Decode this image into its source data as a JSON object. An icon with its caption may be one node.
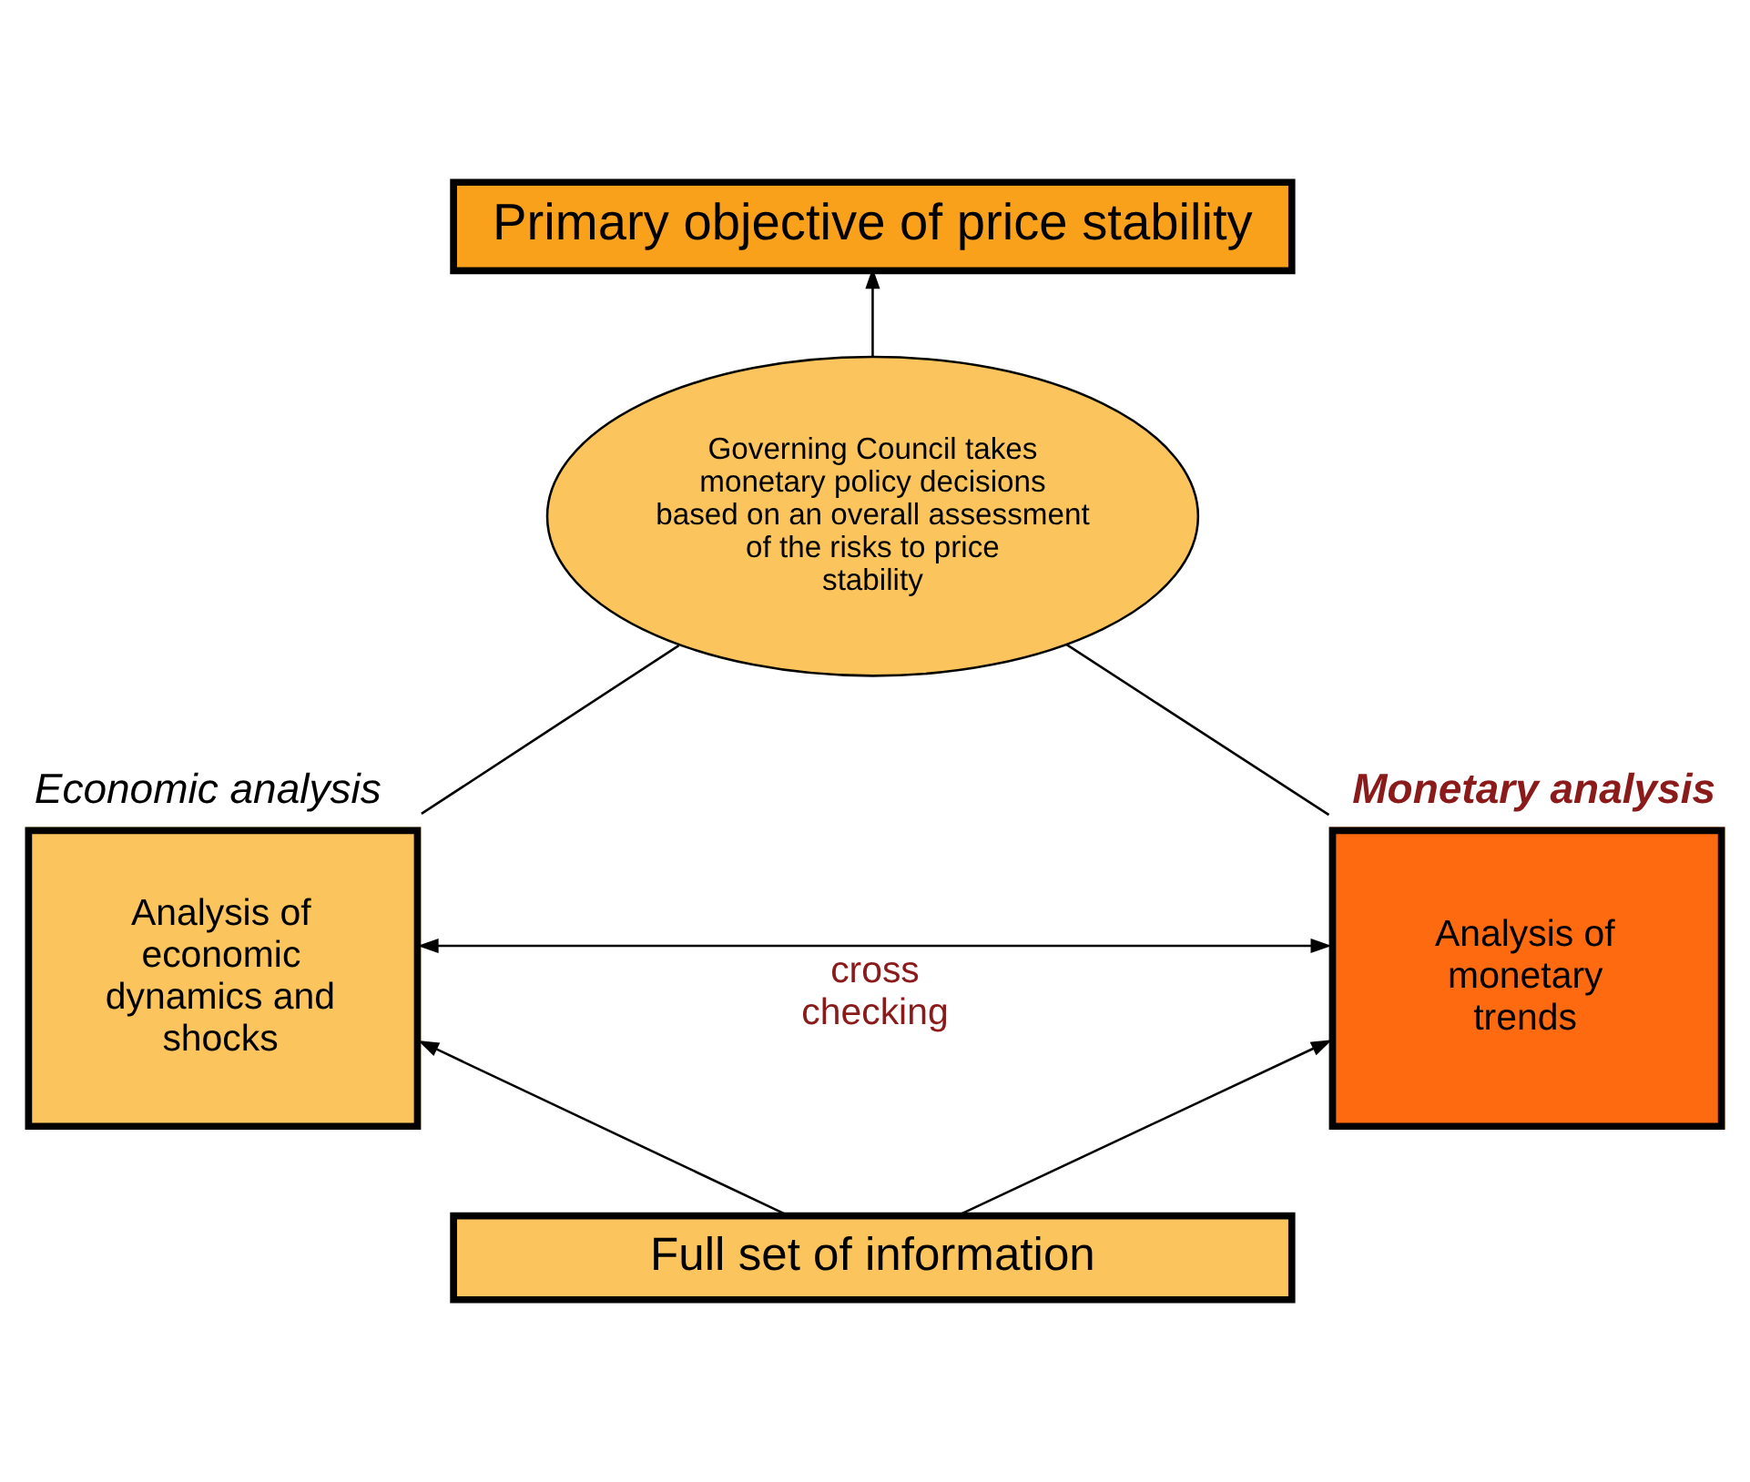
{
  "diagram": {
    "nodes": [
      {
        "text": [
          "Primary objective of price stability"
        ]
      },
      {
        "text": [
          "Governing Council takes monetary policy decisions based on an overall assessment of the risks to price stability"
        ]
      },
      {
        "text": [
          "Analysis of economic dynamics and shocks"
        ],
        "beside": [
          "Economic analysis"
        ]
      },
      {
        "text": [
          "Analysis of monetary trends"
        ],
        "beside": [
          "Monetary analysis"
        ]
      },
      {
        "text": [
          "Full set of information"
        ]
      }
    ],
    "edges": [
      {
        "from": 1,
        "to": 0,
        "arrow": "to"
      },
      {
        "from": 2,
        "to": 1,
        "arrow": "none"
      },
      {
        "from": 3,
        "to": 1,
        "arrow": "none"
      },
      {
        "from": 2,
        "to": 3,
        "arrow": "both",
        "label": "cross checking"
      },
      {
        "from": 4,
        "to": 2,
        "arrow": "to"
      },
      {
        "from": 4,
        "to": 3,
        "arrow": "to"
      }
    ]
  }
}
